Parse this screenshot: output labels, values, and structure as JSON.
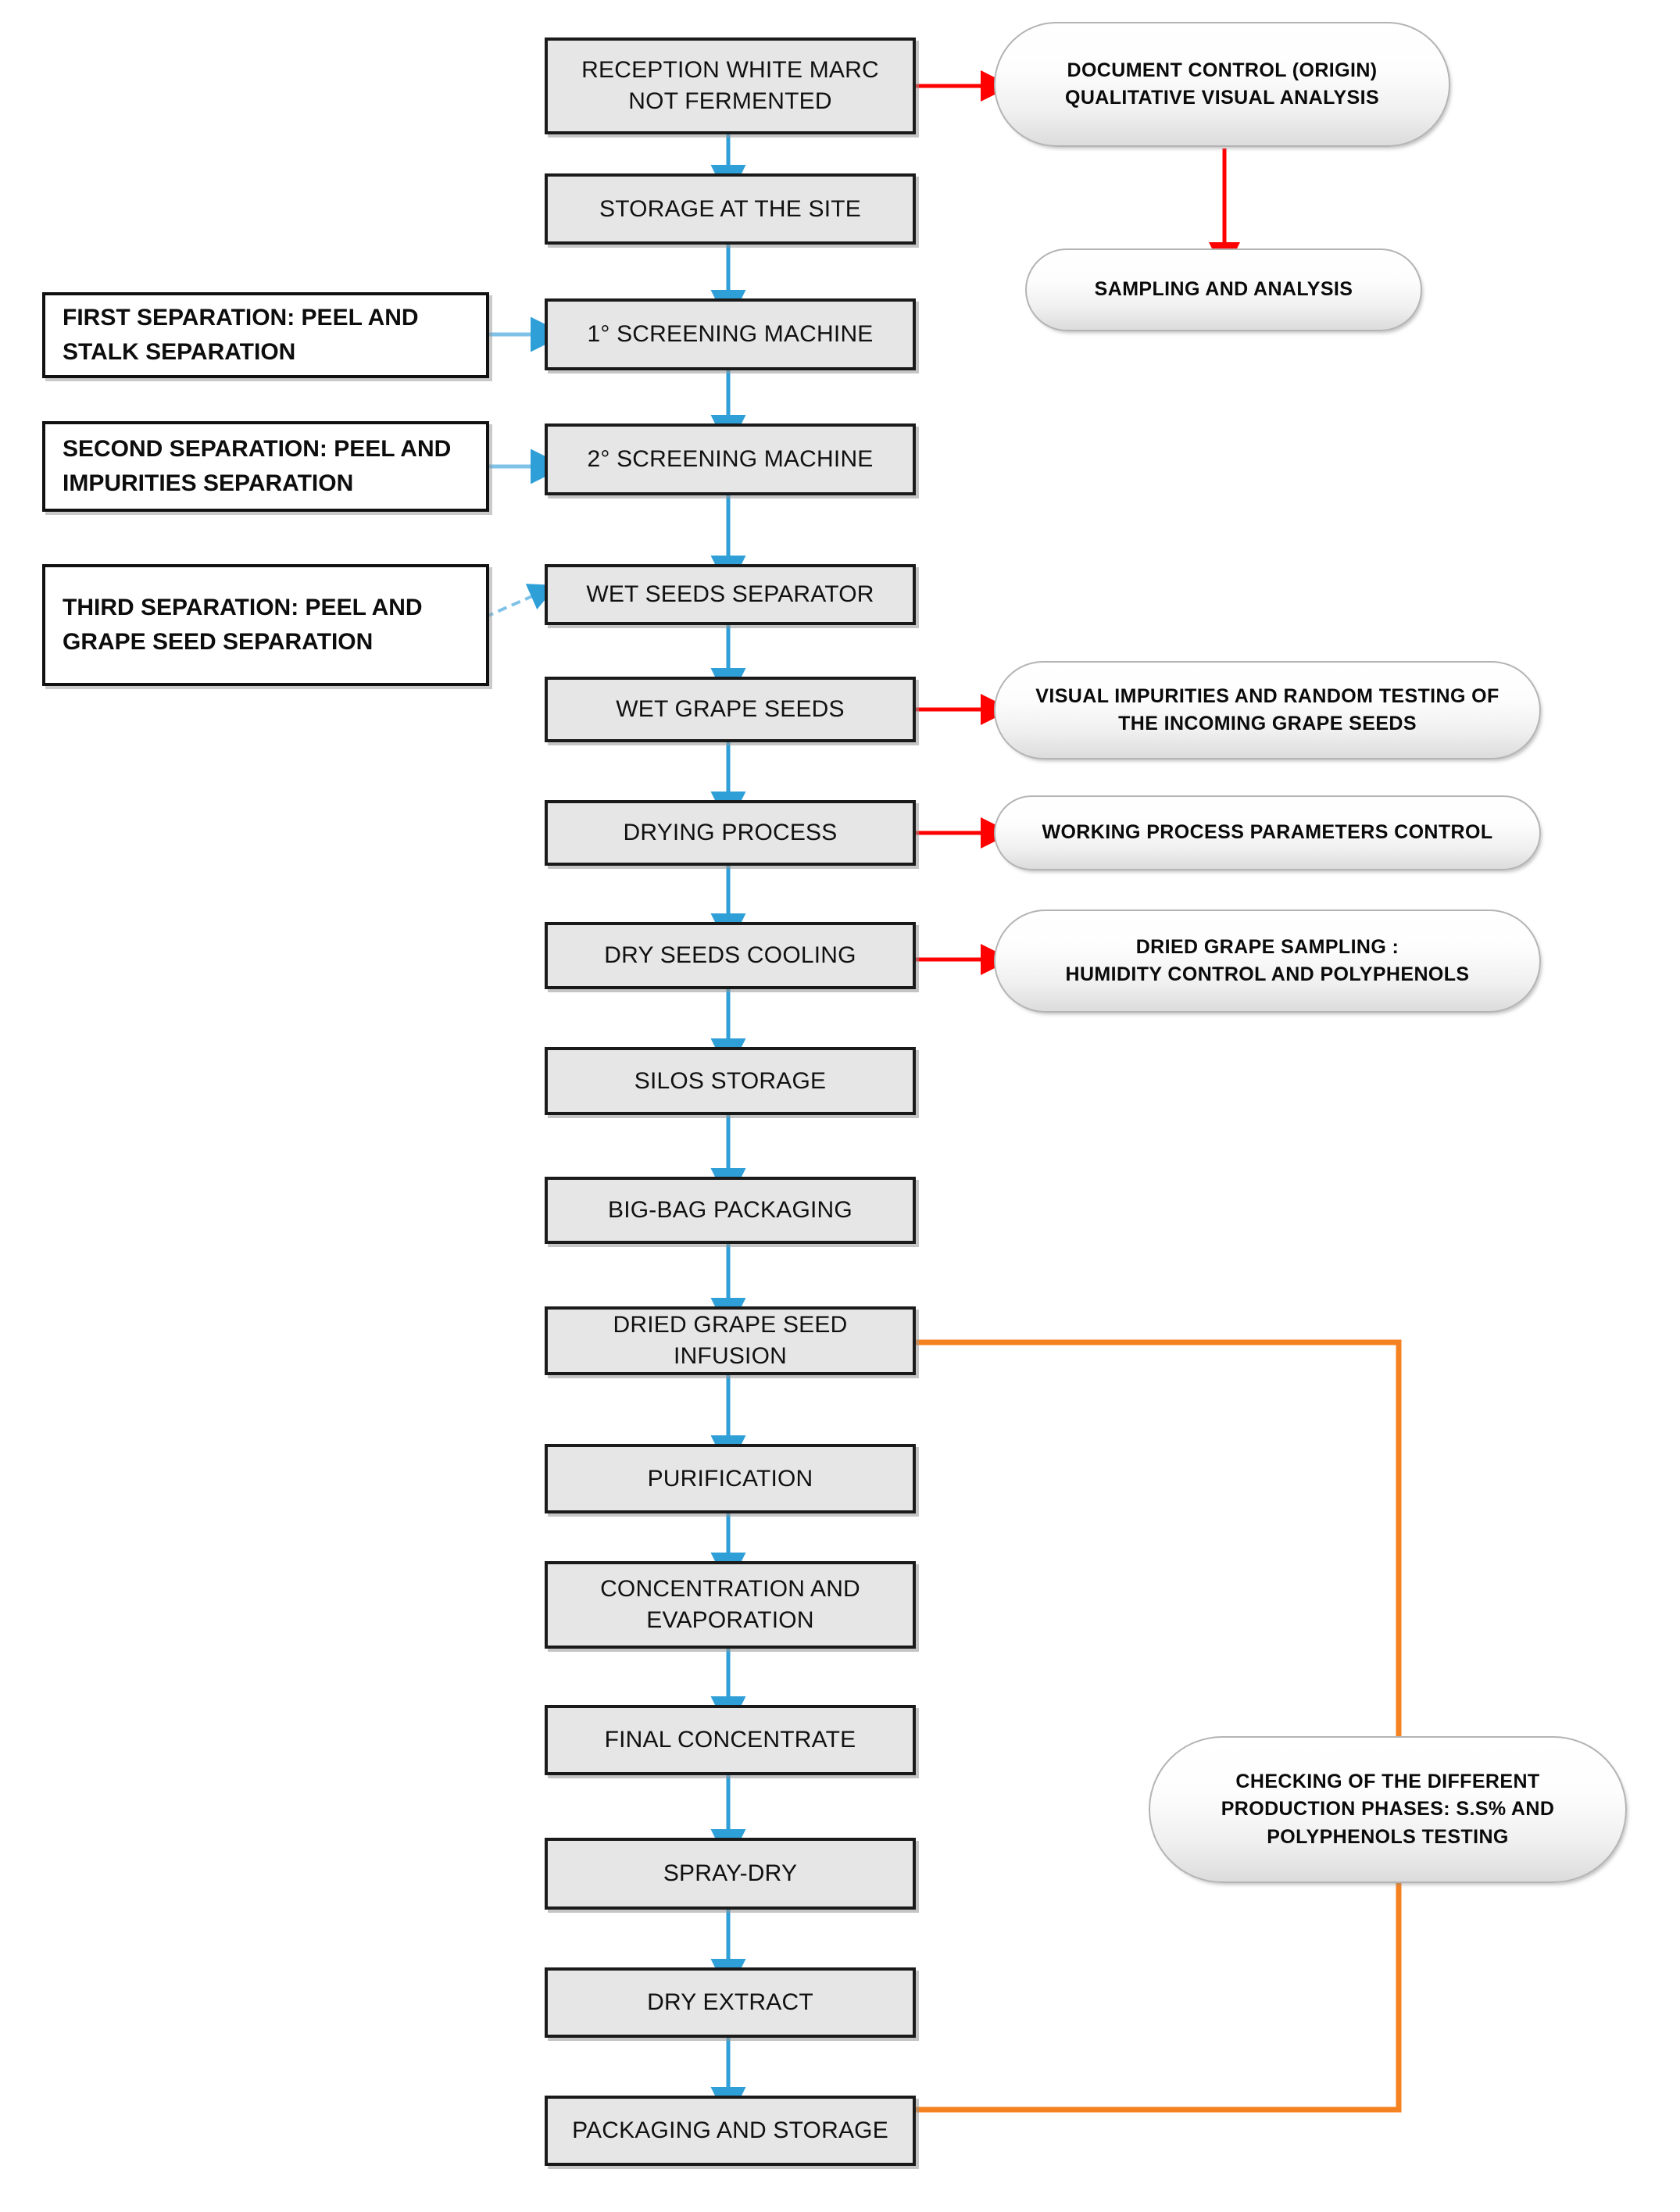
{
  "diagram": {
    "title": "Grape Seed Extract Production Process Flowchart",
    "colors": {
      "process_fill": "#e6e6e6",
      "process_border": "#1a1a1a",
      "note_fill": "#ffffff",
      "note_border": "#111111",
      "qc_border": "#b4b4b4",
      "flow_arrow": "#2f9fd8",
      "control_arrow": "#ff0000",
      "feedback_line": "#f58220",
      "page_background": "#ffffff"
    }
  },
  "process_steps": [
    {
      "id": "reception",
      "lines": [
        "RECEPTION WHITE MARC",
        "NOT FERMENTED"
      ]
    },
    {
      "id": "storage",
      "lines": [
        "STORAGE AT THE SITE"
      ]
    },
    {
      "id": "screen1",
      "lines": [
        "1° SCREENING MACHINE"
      ]
    },
    {
      "id": "screen2",
      "lines": [
        "2° SCREENING MACHINE"
      ]
    },
    {
      "id": "wetsep",
      "lines": [
        "WET SEEDS SEPARATOR"
      ]
    },
    {
      "id": "wetseeds",
      "lines": [
        "WET GRAPE SEEDS"
      ]
    },
    {
      "id": "drying",
      "lines": [
        "DRYING PROCESS"
      ]
    },
    {
      "id": "cooling",
      "lines": [
        "DRY SEEDS COOLING"
      ]
    },
    {
      "id": "silos",
      "lines": [
        "SILOS STORAGE"
      ]
    },
    {
      "id": "bigbag",
      "lines": [
        "BIG-BAG PACKAGING"
      ]
    },
    {
      "id": "infusion",
      "lines": [
        "DRIED GRAPE SEED INFUSION"
      ]
    },
    {
      "id": "purif",
      "lines": [
        "PURIFICATION"
      ]
    },
    {
      "id": "concevap",
      "lines": [
        "CONCENTRATION AND",
        "EVAPORATION"
      ]
    },
    {
      "id": "finalconc",
      "lines": [
        "FINAL CONCENTRATE"
      ]
    },
    {
      "id": "spraydry",
      "lines": [
        "SPRAY-DRY"
      ]
    },
    {
      "id": "dryextract",
      "lines": [
        "DRY EXTRACT"
      ]
    },
    {
      "id": "packaging",
      "lines": [
        "PACKAGING AND STORAGE"
      ]
    }
  ],
  "separation_notes": [
    {
      "id": "first",
      "lines": [
        "FIRST SEPARATION: PEEL AND",
        "STALK SEPARATION"
      ]
    },
    {
      "id": "second",
      "lines": [
        "SECOND SEPARATION:  PEEL AND",
        "IMPURITIES SEPARATION"
      ]
    },
    {
      "id": "third",
      "lines": [
        "THIRD SEPARATION: PEEL AND",
        "GRAPE SEED SEPARATION"
      ]
    }
  ],
  "quality_controls": [
    {
      "id": "doccontrol",
      "lines": [
        "DOCUMENT  CONTROL  (ORIGIN)",
        "QUALITATIVE   VISUAL  ANALYSIS"
      ]
    },
    {
      "id": "sampling",
      "lines": [
        "SAMPLING  AND  ANALYSIS"
      ]
    },
    {
      "id": "visualimp",
      "lines": [
        "VISUAL  IMPURITIES  AND  RANDOM TESTING  OF",
        "THE INCOMING  GRAPE SEEDS"
      ]
    },
    {
      "id": "workingpar",
      "lines": [
        "WORKING  PROCESS  PARAMETERS   CONTROL"
      ]
    },
    {
      "id": "driedsamp",
      "lines": [
        "DRIED GRAPE SAMPLING :",
        "HUMIDITY  CONTROL AND POLYPHENOLS"
      ]
    },
    {
      "id": "checking",
      "lines": [
        "CHECKING  OF THE DIFFERENT",
        "PRODUCTION  PHASES: S.S%  AND",
        "POLYPHENOLS TESTING"
      ]
    }
  ]
}
